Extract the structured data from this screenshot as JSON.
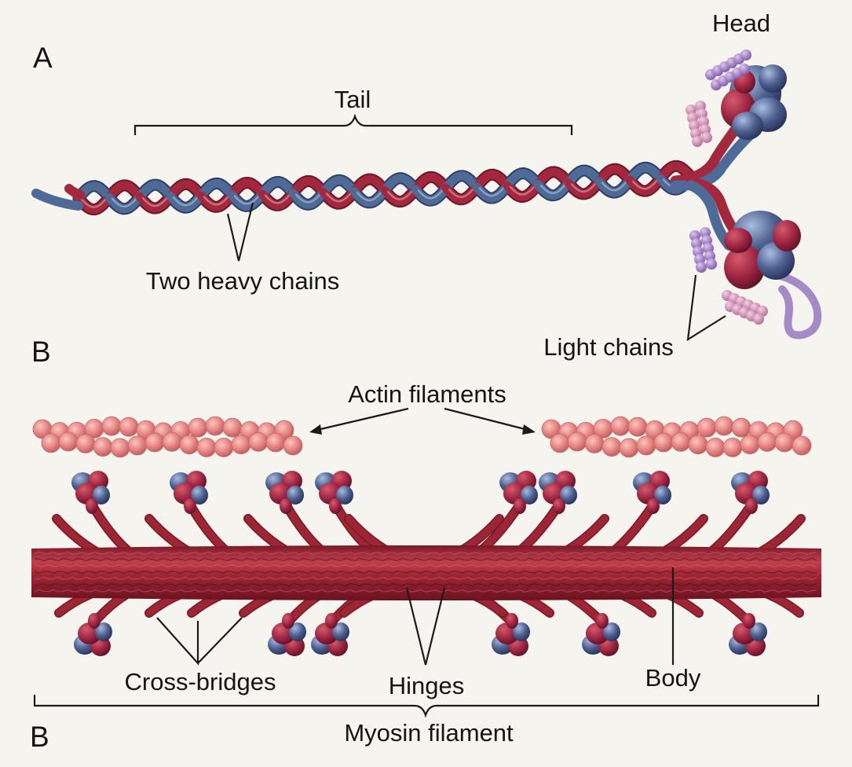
{
  "panels": {
    "a": "A",
    "b_top": "B",
    "b_bottom": "B"
  },
  "labels": {
    "head": "Head",
    "tail": "Tail",
    "two_heavy_chains": "Two heavy chains",
    "light_chains": "Light chains",
    "actin_filaments": "Actin filaments",
    "cross_bridges": "Cross-bridges",
    "hinges": "Hinges",
    "body": "Body",
    "myosin_filament": "Myosin filament"
  },
  "colors": {
    "background": "#f6f4ee",
    "heavy_chain_red": "#a3283d",
    "heavy_chain_blue": "#4e6b98",
    "head_blue": "#4c5f8e",
    "head_red": "#9a2340",
    "light_chain_violet": "#9c7ac0",
    "light_chain_pink": "#cf8fb3",
    "actin": "#e78585",
    "myosin_body": "#9e2634"
  }
}
